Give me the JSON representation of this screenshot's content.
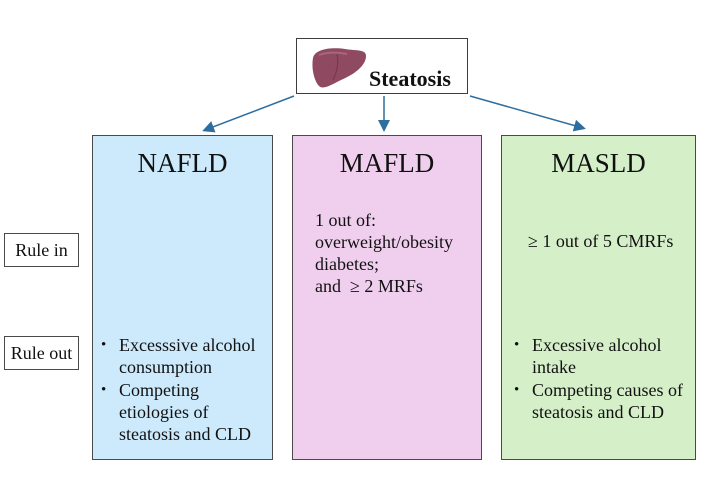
{
  "top": {
    "title": "Steatosis",
    "icon": "liver-icon"
  },
  "rows": {
    "rule_in": "Rule in",
    "rule_out": "Rule out"
  },
  "columns": [
    {
      "title": "NAFLD",
      "rule_in": [],
      "rule_out": [
        "Excesssive alcohol consumption",
        "Competing etiologies of steatosis and CLD"
      ]
    },
    {
      "title": "MAFLD",
      "rule_in": [
        "1 out of:",
        "overweight/obesity",
        "diabetes;",
        "and  ≥ 2 MRFs"
      ],
      "rule_out": []
    },
    {
      "title": "MASLD",
      "rule_in": [
        "≥ 1 out of 5 CMRFs"
      ],
      "rule_out": [
        "Excessive alcohol intake",
        "Competing causes of steatosis and CLD"
      ]
    }
  ],
  "colors": {
    "nafld": "#cdeafd",
    "mafld": "#f0cfee",
    "masld": "#d5efc9",
    "arrow": "#2e6e9e",
    "liver": "#8f4a62"
  }
}
